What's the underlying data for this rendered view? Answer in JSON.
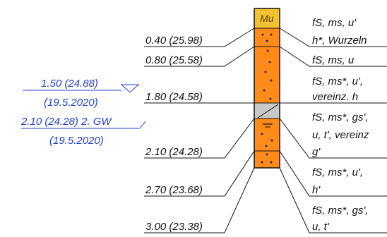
{
  "colors": {
    "sand": "#ff8c1a",
    "topsoil": "#f2c230",
    "water_layer": "#c8c8c8",
    "groundwater": "#1f3fd8",
    "outline": "#111111"
  },
  "boring": {
    "top_label": "Mu",
    "depth_labels": [
      "0.40 (25.98)",
      "0.80 (25.58)",
      "1.80 (24.58)",
      "2.10 (24.28)",
      "2.70 (23.68)",
      "3.00 (23.38)"
    ],
    "groundwater": {
      "level_1": "1.50 (24.88)",
      "date_1": "(19.5.2020)",
      "level_2": "2.10 (24.28) 2. GW",
      "date_2": "(19.5.2020)"
    },
    "layers": [
      {
        "line1": "fS, ms, u'",
        "line2": "h*, Wurzeln"
      },
      {
        "line1": "fS, ms, u",
        "line2": ""
      },
      {
        "line1": "fS, ms*, u',",
        "line2": "vereinz. h"
      },
      {
        "line1": "fS, ms*, gs',",
        "line2": "u, t', vereinz",
        "line3": "g'"
      },
      {
        "line1": "fS, ms*, u',",
        "line2": "h'"
      },
      {
        "line1": "fS, ms*, gs',",
        "line2": "u, t'"
      }
    ]
  }
}
